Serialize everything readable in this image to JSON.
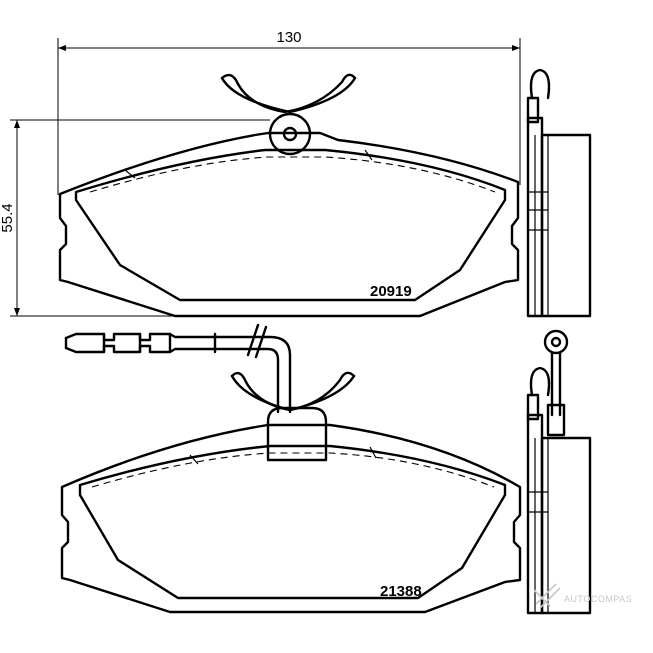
{
  "dimensions": {
    "width_label": "130",
    "height_label": "55.4"
  },
  "parts": {
    "top_part_number": "20919",
    "bottom_part_number": "21388"
  },
  "watermark": {
    "text": "AUTOCOMPAS"
  },
  "colors": {
    "line": "#000000",
    "background": "#ffffff",
    "watermark": "#c8c8c8"
  }
}
